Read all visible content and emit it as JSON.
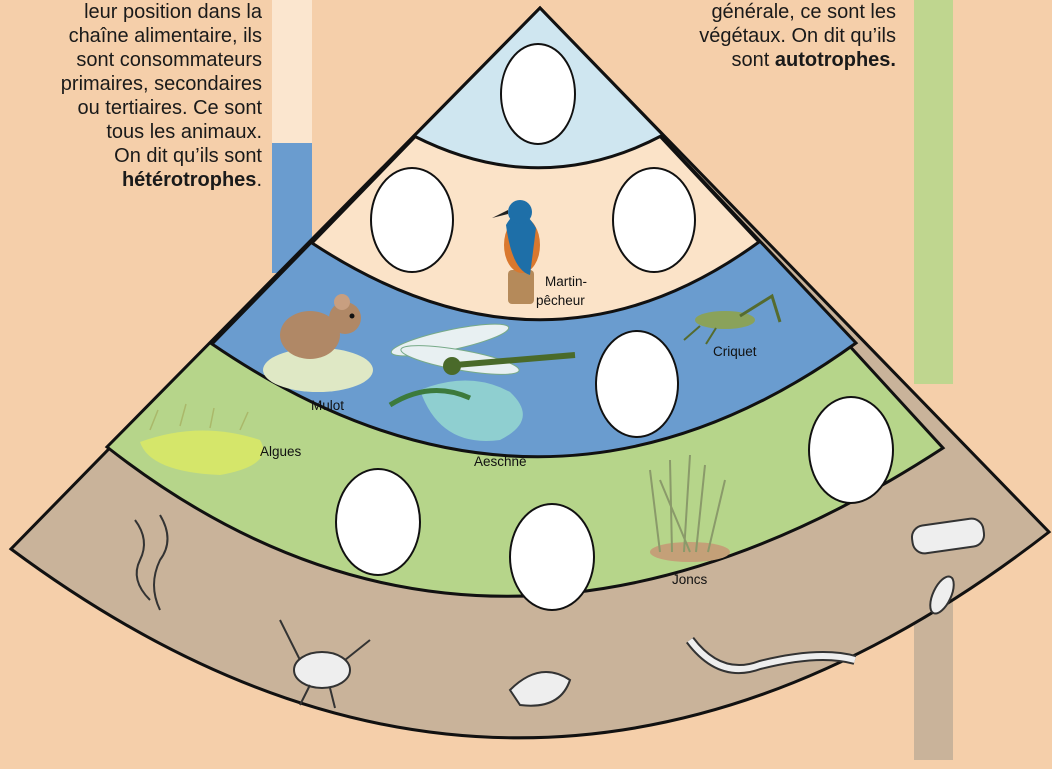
{
  "left_text": {
    "lines": [
      "leur position dans la",
      "chaîne alimentaire, ils",
      "sont consommateurs",
      "primaires, secondaires",
      "ou tertiaires. Ce sont",
      "tous les animaux.",
      "On dit qu’ils sont"
    ],
    "bold": "hétérotrophes",
    "suffix": "."
  },
  "right_text": {
    "lines": [
      "générale, ce sont les",
      "végétaux. On dit qu’ils",
      "sont"
    ],
    "bold": "autotrophes."
  },
  "labels": {
    "martin_1": "Martin-",
    "martin_2": "pêcheur",
    "criquet": "Criquet",
    "mulot": "Mulot",
    "aeschne": "Aeschne",
    "algues": "Algues",
    "joncs": "Joncs"
  },
  "colors": {
    "background": "#f5cfaa",
    "top_level": "#cfe6f0",
    "level2": "#fbe3c8",
    "level3": "#6a9ccf",
    "level4": "#b6d58a",
    "level5": "#c9b39a",
    "bar_green": "#bfd68f",
    "bar_blue": "#6a9ccf"
  }
}
